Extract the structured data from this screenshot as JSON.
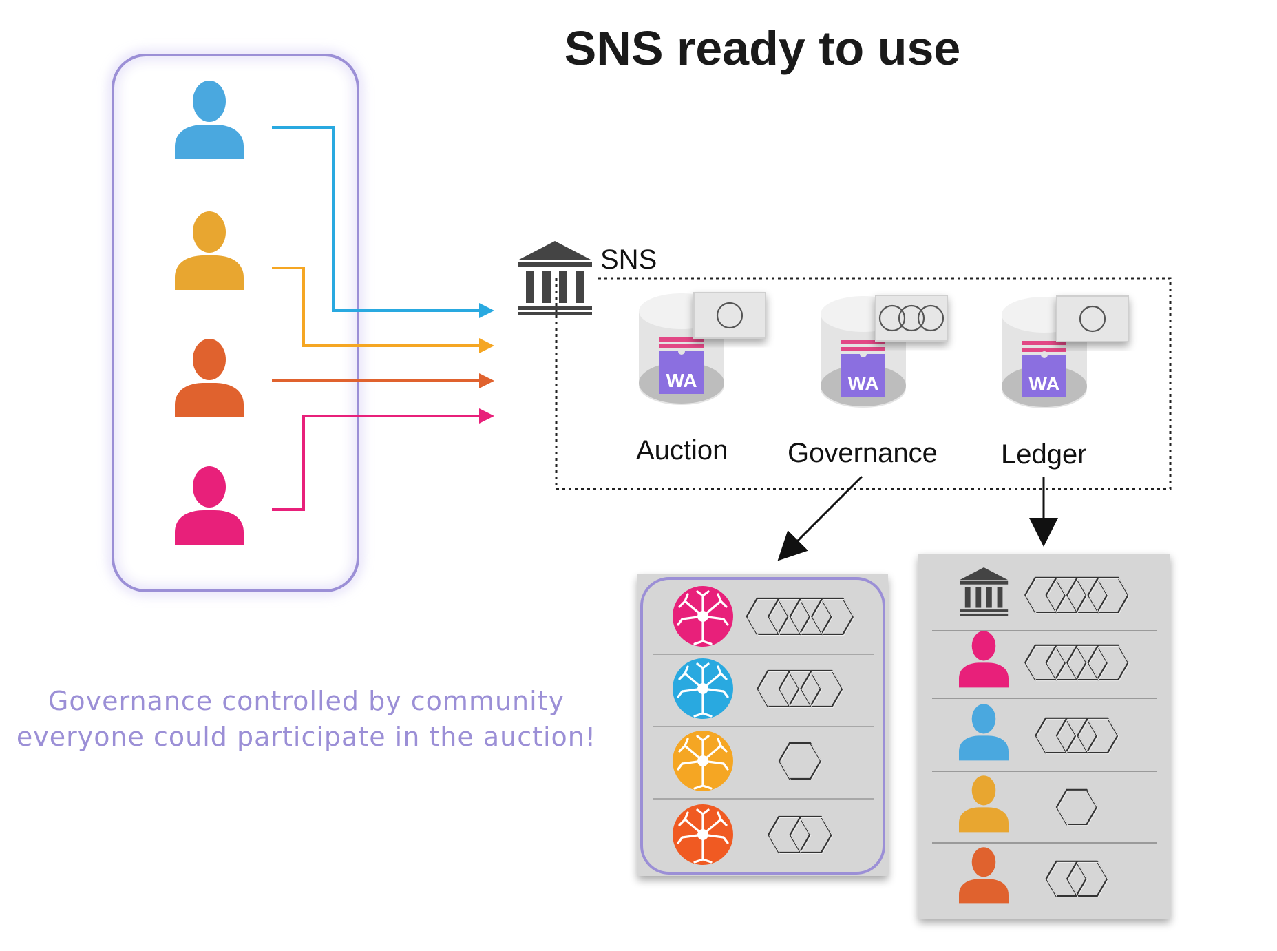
{
  "title": "SNS ready to use",
  "caption": {
    "line1": "Governance controlled by community",
    "line2": "everyone could participate in the auction!"
  },
  "sns": {
    "label": "SNS",
    "icon": "bank-icon",
    "canisters": [
      {
        "name": "Auction",
        "badge": "WA",
        "tokens": 1
      },
      {
        "name": "Governance",
        "badge": "WA",
        "tokens": 3
      },
      {
        "name": "Ledger",
        "badge": "WA",
        "tokens": 1
      }
    ]
  },
  "community": {
    "users": [
      {
        "icon": "user-icon",
        "color": "#4aa8df"
      },
      {
        "icon": "user-icon",
        "color": "#e8a630"
      },
      {
        "icon": "user-icon",
        "color": "#e0622e"
      },
      {
        "icon": "user-icon",
        "color": "#e8207a"
      }
    ]
  },
  "governance_table": {
    "rows": [
      {
        "icon": "neuron-icon",
        "color": "#e8207a",
        "tokens": 4
      },
      {
        "icon": "neuron-icon",
        "color": "#29a9e0",
        "tokens": 3
      },
      {
        "icon": "neuron-icon",
        "color": "#f5a623",
        "tokens": 1
      },
      {
        "icon": "neuron-icon",
        "color": "#f05a22",
        "tokens": 2
      }
    ]
  },
  "ledger_table": {
    "rows": [
      {
        "icon": "bank-icon",
        "color": "#444444",
        "tokens": 4
      },
      {
        "icon": "user-icon",
        "color": "#e8207a",
        "tokens": 4
      },
      {
        "icon": "user-icon",
        "color": "#4aa8df",
        "tokens": 3
      },
      {
        "icon": "user-icon",
        "color": "#e8a630",
        "tokens": 1
      },
      {
        "icon": "user-icon",
        "color": "#e0622e",
        "tokens": 2
      }
    ]
  },
  "colors": {
    "accent": "#9b8fd6",
    "canister_badge": "#8b6fe0",
    "table_bg": "#d6d6d6"
  }
}
